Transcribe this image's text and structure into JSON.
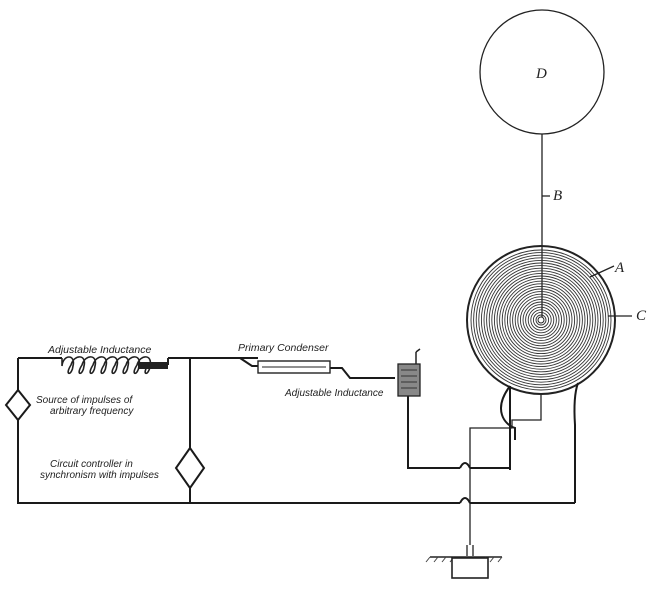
{
  "diagram": {
    "labels": {
      "terminal_d": "D",
      "lead_b": "B",
      "coil_a": "A",
      "coil_c": "C",
      "adjustable_inductance_top": "Adjustable Inductance",
      "primary_condenser": "Primary Condenser",
      "adjustable_inductance_right": "Adjustable Inductance",
      "source_line1": "Source of impulses of",
      "source_line2": "arbitrary frequency",
      "controller_line1": "Circuit controller in",
      "controller_line2": "synchronism with impulses"
    }
  }
}
